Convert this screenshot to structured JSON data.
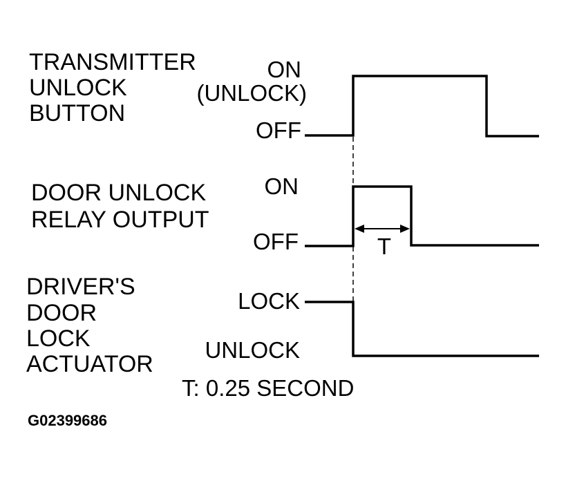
{
  "signals": [
    {
      "id": "transmitter",
      "label_lines": [
        "TRANSMITTER",
        "UNLOCK",
        "BUTTON"
      ],
      "high_label_lines": [
        "ON",
        "(UNLOCK)"
      ],
      "low_label": "OFF"
    },
    {
      "id": "relay",
      "label_lines": [
        "DOOR UNLOCK",
        "RELAY OUTPUT"
      ],
      "high_label": "ON",
      "low_label": "OFF"
    },
    {
      "id": "actuator",
      "label_lines": [
        "DRIVER'S",
        "DOOR",
        "LOCK",
        "ACTUATOR"
      ],
      "high_label": "LOCK",
      "low_label": "UNLOCK"
    }
  ],
  "pulse_marker": "T",
  "note": "T: 0.25 SECOND",
  "figure_code": "G02399686"
}
